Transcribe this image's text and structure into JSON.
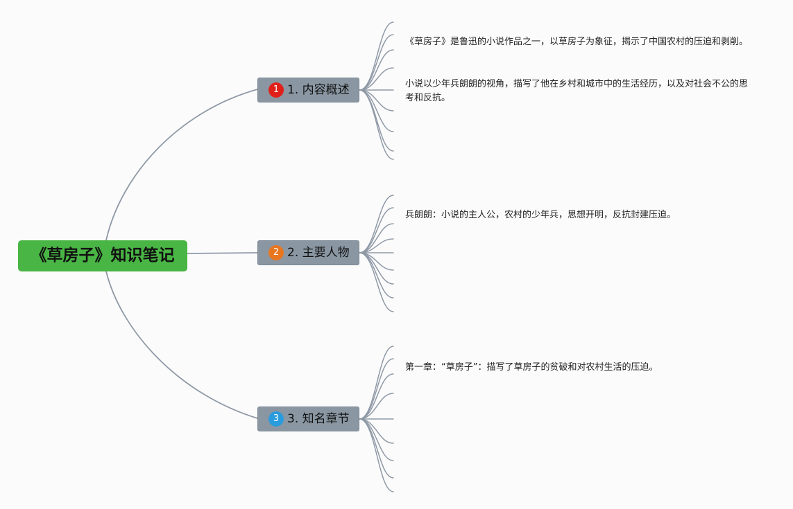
{
  "mindmap": {
    "root": {
      "title": "《草房子》知识笔记",
      "color": "#49b544"
    },
    "branches": [
      {
        "number": "1",
        "label": "1. 内容概述",
        "badge_color": "#e0211a",
        "notes": [
          "《草房子》是鲁迅的小说作品之一，以草房子为象征，揭示了中国农村的压迫和剥削。",
          "小说以少年兵朗朗的视角，描写了他在乡村和城市中的生活经历，以及对社会不公的思考和反抗。"
        ]
      },
      {
        "number": "2",
        "label": "2. 主要人物",
        "badge_color": "#e8761f",
        "notes": [
          "兵朗朗：小说的主人公，农村的少年兵，思想开明，反抗封建压迫。"
        ]
      },
      {
        "number": "3",
        "label": "3. 知名章节",
        "badge_color": "#2a9bdd",
        "notes": [
          "第一章：“草房子”：描写了草房子的贫破和对农村生活的压迫。"
        ]
      }
    ],
    "colors": {
      "branch_fill": "#8a97a3",
      "connector": "#8f99a6"
    }
  }
}
